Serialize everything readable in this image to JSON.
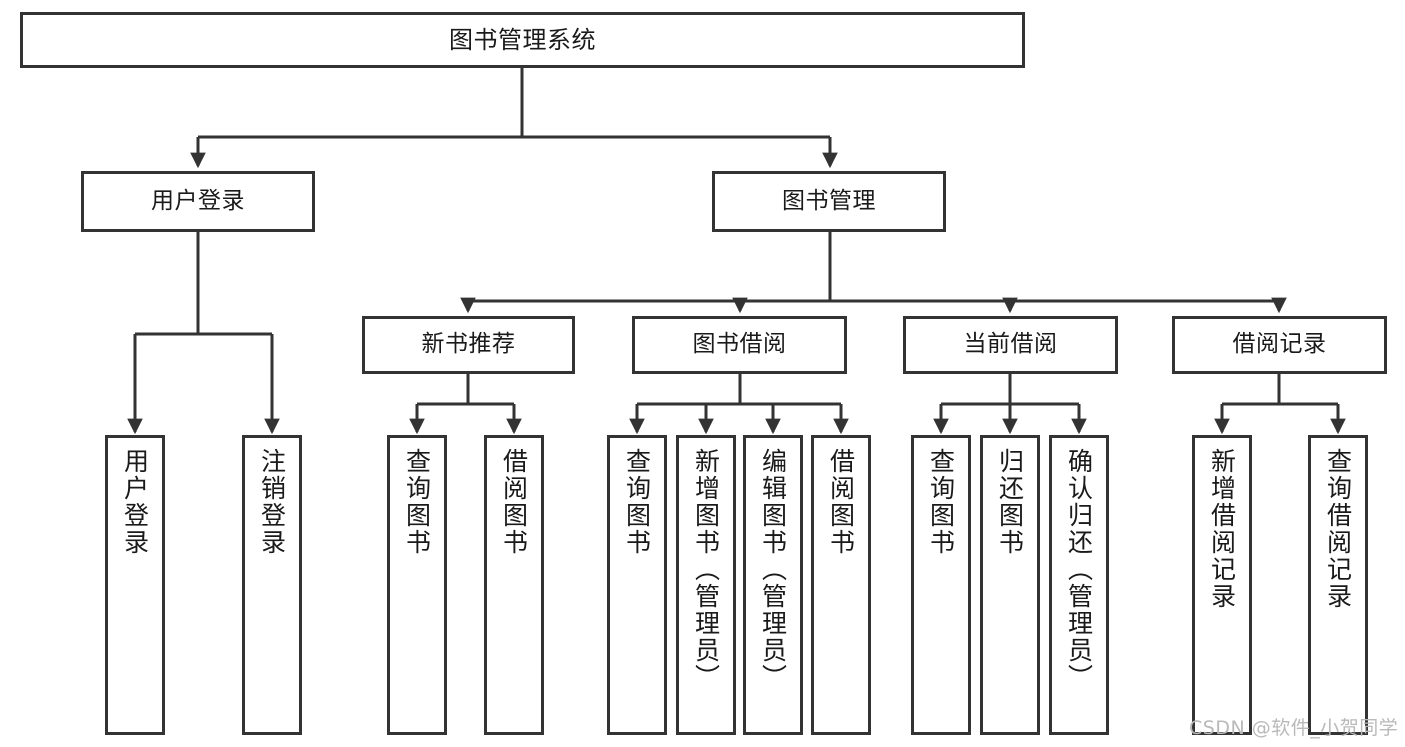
{
  "diagram": {
    "type": "tree-hierarchy-functional-decomposition",
    "title_node": {
      "label": "图书管理系统"
    },
    "level1": [
      {
        "id": "user-login",
        "label": "用户登录"
      },
      {
        "id": "book-management",
        "label": "图书管理"
      }
    ],
    "level2": [
      {
        "id": "new-book-recommend",
        "label": "新书推荐",
        "parent": "book-management"
      },
      {
        "id": "book-borrow",
        "label": "图书借阅",
        "parent": "book-management"
      },
      {
        "id": "current-borrow",
        "label": "当前借阅",
        "parent": "book-management"
      },
      {
        "id": "borrow-record",
        "label": "借阅记录",
        "parent": "book-management"
      }
    ],
    "leaves": [
      {
        "id": "leaf-user-login",
        "label": "用户登录",
        "parent": "user-login"
      },
      {
        "id": "leaf-user-logout",
        "label": "注销登录",
        "parent": "user-login"
      },
      {
        "id": "leaf-query-book-1",
        "label": "查询图书",
        "parent": "new-book-recommend"
      },
      {
        "id": "leaf-borrow-book-1",
        "label": "借阅图书",
        "parent": "new-book-recommend"
      },
      {
        "id": "leaf-query-book-2",
        "label": "查询图书",
        "parent": "book-borrow"
      },
      {
        "id": "leaf-add-book",
        "label": "新增图书（管理员）",
        "parent": "book-borrow"
      },
      {
        "id": "leaf-edit-book",
        "label": "编辑图书（管理员）",
        "parent": "book-borrow"
      },
      {
        "id": "leaf-borrow-book-2",
        "label": "借阅图书",
        "parent": "book-borrow"
      },
      {
        "id": "leaf-query-book-3",
        "label": "查询图书",
        "parent": "current-borrow"
      },
      {
        "id": "leaf-return-book",
        "label": "归还图书",
        "parent": "current-borrow"
      },
      {
        "id": "leaf-confirm-return",
        "label": "确认归还（管理员）",
        "parent": "current-borrow"
      },
      {
        "id": "leaf-add-record",
        "label": "新增借阅记录",
        "parent": "borrow-record"
      },
      {
        "id": "leaf-query-record",
        "label": "查询借阅记录",
        "parent": "borrow-record"
      }
    ],
    "colors": {
      "stroke": "#333333",
      "fill": "#ffffff",
      "text": "#1a1a1a",
      "watermark": "#b9b9b9"
    }
  },
  "watermark": {
    "text": "CSDN @软件_小贺同学"
  }
}
